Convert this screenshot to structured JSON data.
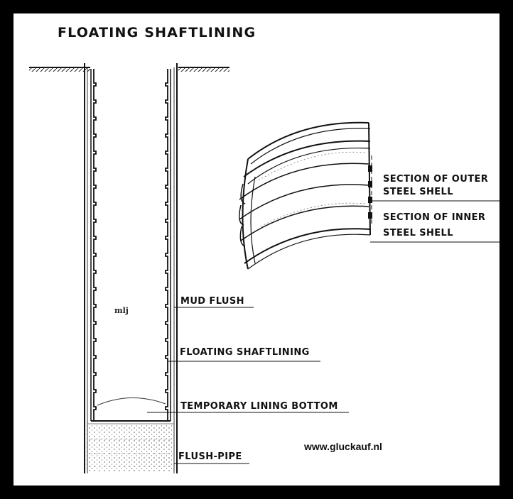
{
  "title": "FLOATING SHAFTLINING",
  "labels": {
    "outer_line1": "SECTION OF OUTER",
    "outer_line2": "STEEL SHELL",
    "inner_line1": "SECTION OF INNER",
    "inner_line2": "STEEL SHELL",
    "mud_flush": "MUD FLUSH",
    "floating_shaftlining": "FLOATING SHAFTLINING",
    "temporary_lining_bottom": "TEMPORARY LINING BOTTOM",
    "flush_pipe": "FLUSH-PIPE"
  },
  "initials": "mlj",
  "website": "www.gluckauf.nl",
  "colors": {
    "frame": "#000000",
    "paper": "#ffffff",
    "ink": "#111111"
  }
}
